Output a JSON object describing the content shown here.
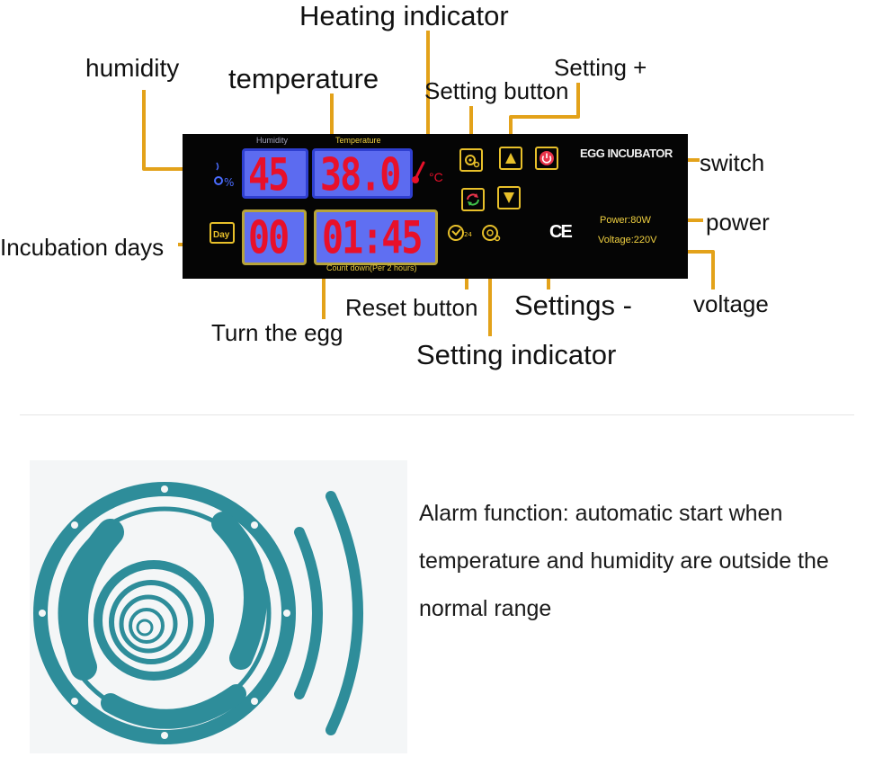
{
  "labels": {
    "heating_indicator": "Heating indicator",
    "humidity": "humidity",
    "temperature": "temperature",
    "setting_button": "Setting button",
    "setting_plus": "Setting +",
    "switch": "switch",
    "power": "power",
    "incubation_days": "Incubation days",
    "reset_button": "Reset button",
    "settings_minus": "Settings -",
    "voltage": "voltage",
    "turn_the_egg": "Turn the egg",
    "setting_indicator": "Setting indicator"
  },
  "panel": {
    "humidity_caption": "Humidity",
    "temperature_caption": "Temperature",
    "humidity_value": "45",
    "temperature_value": "38.0",
    "days_value": "00",
    "countdown_value": "01:45",
    "countdown_caption": "Count down(Per 2 hours)",
    "day_icon_label": "Day",
    "celsius": "°C",
    "title": "EGG INCUBATOR",
    "power_spec": "Power:80W",
    "voltage_spec": "Voltage:220V",
    "ce_mark": "CE"
  },
  "alarm": {
    "description": "Alarm function: automatic start when temperature and humidity are outside the normal range"
  },
  "colors": {
    "leader": "#e3a21a",
    "digit_red": "#e8102a",
    "lcd_blue": "#5c6bf0",
    "button_yellow": "#e8c02a",
    "speaker_teal": "#2e8d9a"
  },
  "icons": [
    "thermometer-icon",
    "settings-gear-icon",
    "up-arrow-icon",
    "down-arrow-icon",
    "power-icon",
    "reset-icon",
    "egg-turn-icon",
    "day-calendar-icon",
    "humidity-drop-icon",
    "speaker-icon"
  ]
}
